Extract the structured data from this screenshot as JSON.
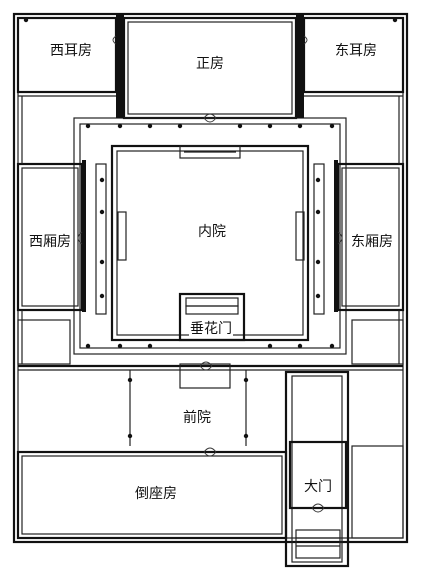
{
  "rooms": {
    "west_ear": "西耳房",
    "main_hall": "正房",
    "east_ear": "东耳房",
    "west_wing": "西厢房",
    "inner_court": "内院",
    "east_wing": "东厢房",
    "floral_gate": "垂花门",
    "front_court": "前院",
    "reverse_house": "倒座房",
    "main_gate": "大门"
  }
}
